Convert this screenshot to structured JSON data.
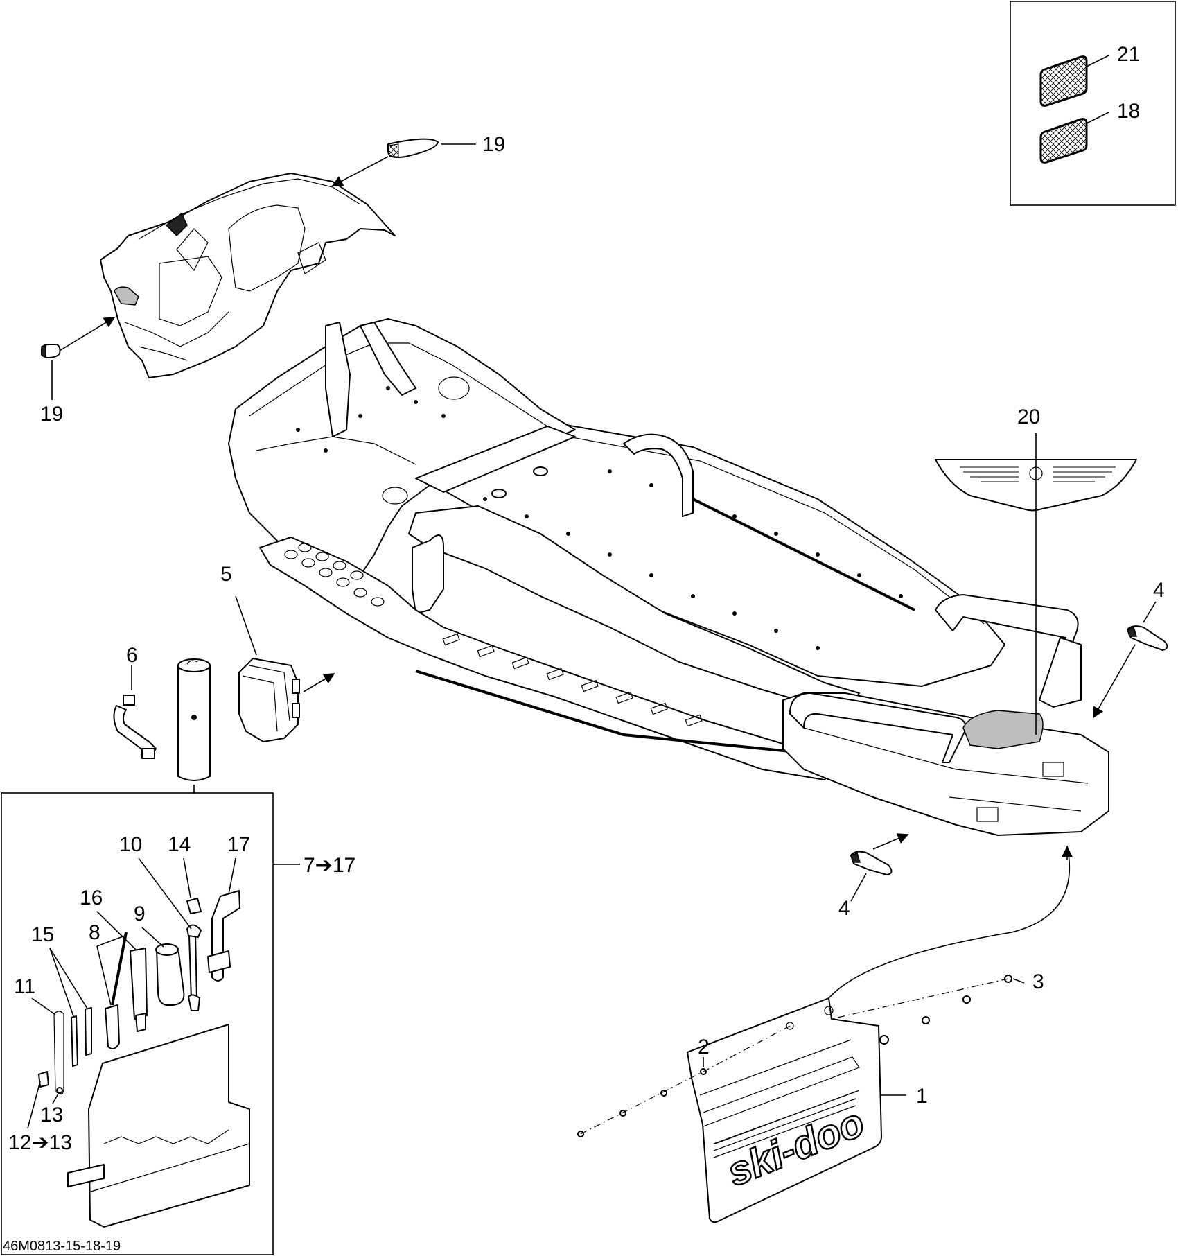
{
  "diagram": {
    "drawing_code": "46M0813-15-18-19",
    "callouts": {
      "c1": "1",
      "c2": "2",
      "c3": "3",
      "c4a": "4",
      "c4b": "4",
      "c5": "5",
      "c6": "6",
      "c7_17": "7➔17",
      "c8": "8",
      "c9": "9",
      "c10": "10",
      "c11": "11",
      "c12_13": "12➔13",
      "c13": "13",
      "c14": "14",
      "c15": "15",
      "c16": "16",
      "c17": "17",
      "c18": "18",
      "c19a": "19",
      "c19b": "19",
      "c20": "20",
      "c21": "21"
    },
    "snowflap_logo": "ski-doo"
  }
}
